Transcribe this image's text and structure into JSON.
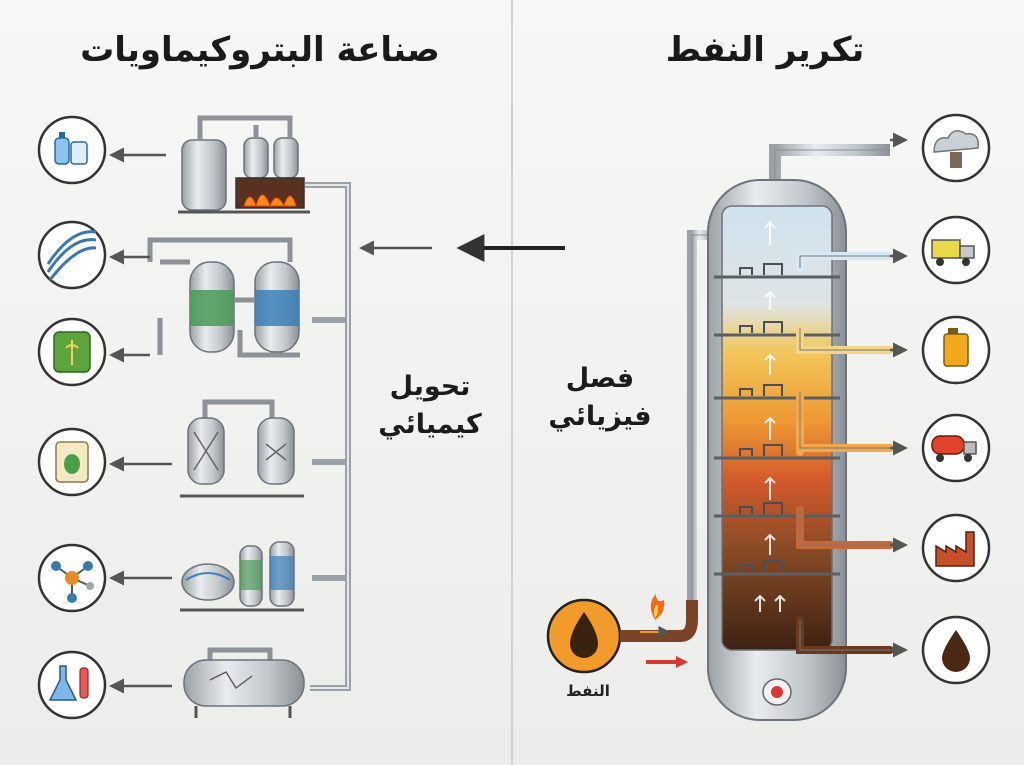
{
  "titles": {
    "petrochemicals": "صناعة البتروكيماويات",
    "refining": "تكرير النفط"
  },
  "labels": {
    "chemical_line1": "تحويل",
    "chemical_line2": "كيميائي",
    "physical_line1": "فصل",
    "physical_line2": "فيزيائي",
    "feed": "النفط"
  },
  "colors": {
    "steel": "#b9bec3",
    "steel_dark": "#8c9297",
    "arrow": "#333333",
    "crude": "#3a2210",
    "furnace": "#e8541a"
  },
  "petrochem_products": [
    {
      "icon": "plastic-bottles-icon"
    },
    {
      "icon": "fibers-icon"
    },
    {
      "icon": "fertilizer-bag-icon"
    },
    {
      "icon": "seed-bag-icon"
    },
    {
      "icon": "molecule-icon"
    },
    {
      "icon": "lab-flask-icon"
    }
  ],
  "refinery_products": [
    {
      "icon": "gas-cloud-icon"
    },
    {
      "icon": "truck-icon"
    },
    {
      "icon": "fuel-canister-icon"
    },
    {
      "icon": "tanker-truck-icon"
    },
    {
      "icon": "factory-icon"
    },
    {
      "icon": "oil-drop-icon"
    }
  ],
  "column_layers": [
    "#cfe2ee",
    "#e8dcc0",
    "#f0b84a",
    "#e98a2c",
    "#c9502a",
    "#7a4527",
    "#4a2a16"
  ]
}
